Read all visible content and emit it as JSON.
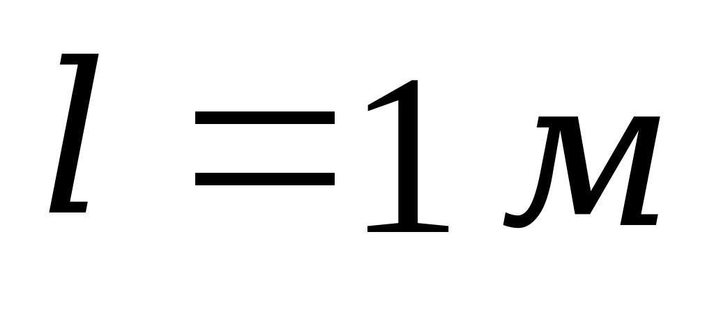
{
  "formula": {
    "variable": "l",
    "operator": "=",
    "value": "1",
    "unit": "м"
  }
}
